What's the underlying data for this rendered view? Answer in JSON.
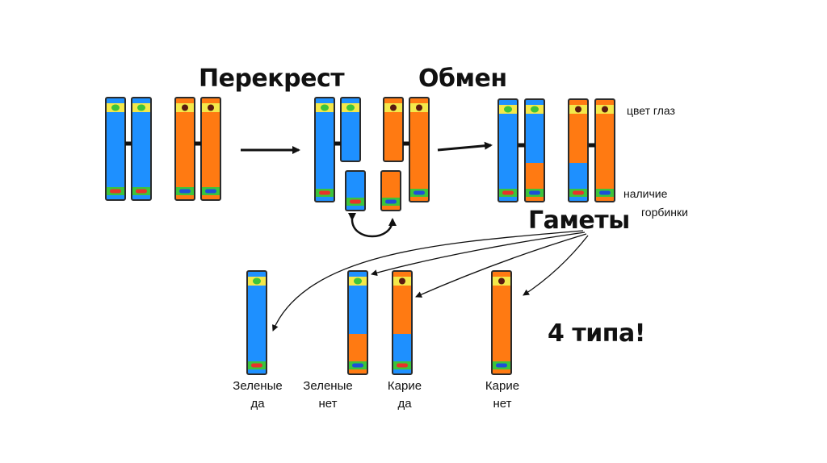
{
  "headings": {
    "crossing": "Перекрест",
    "exchange": "Обмен",
    "gametes": "Гаметы",
    "types": "4 типа!"
  },
  "traits": {
    "eye_color": "цвет глаз",
    "hump_line1": "наличие",
    "hump_line2": "горбинки"
  },
  "gametes": [
    {
      "line1": "Зеленые",
      "line2": "да"
    },
    {
      "line1": "Зеленые",
      "line2": "нет"
    },
    {
      "line1": "Карие",
      "line2": "да"
    },
    {
      "line1": "Карие",
      "line2": "нет"
    }
  ],
  "colors": {
    "blue": "#1e90ff",
    "orange": "#ff7a12",
    "yellow_band": "#f4e84a",
    "green": "#3cc43c",
    "red_allele": "#e8332a",
    "dark_allele": "#5a1a10",
    "outline": "#2b2b2b"
  }
}
